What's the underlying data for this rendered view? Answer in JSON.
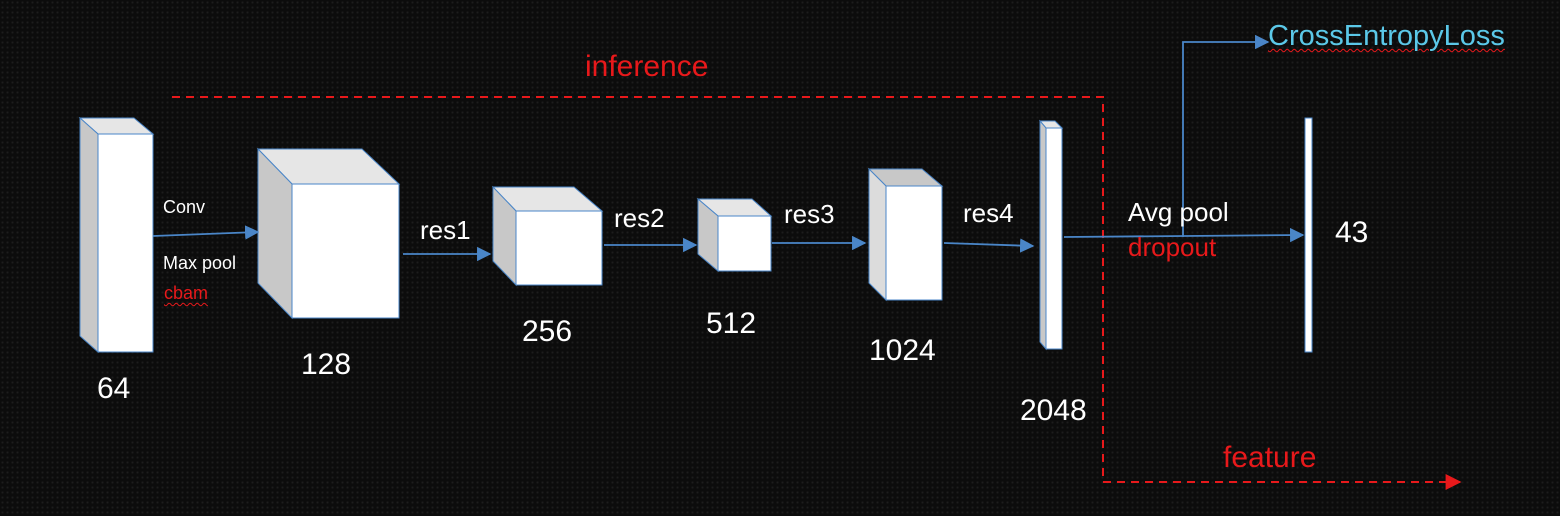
{
  "colors": {
    "background": "#0c0c0c",
    "block_face": "#ffffff",
    "block_side": "#c8c8c8",
    "block_edge": "#4a86c8",
    "arrow": "#4a86c8",
    "red": "#e8191b",
    "loss_text": "#5bc8e8"
  },
  "regions": {
    "inference": "inference",
    "feature": "feature"
  },
  "stem": {
    "conv": "Conv",
    "maxpool": "Max pool",
    "cbam": "cbam"
  },
  "blocks": [
    {
      "id": "b64",
      "label": "64"
    },
    {
      "id": "b128",
      "label": "128"
    },
    {
      "id": "b256",
      "label": "256"
    },
    {
      "id": "b512",
      "label": "512"
    },
    {
      "id": "b1024",
      "label": "1024"
    },
    {
      "id": "b2048",
      "label": "2048"
    },
    {
      "id": "b43",
      "label": "43"
    }
  ],
  "stages": [
    "res1",
    "res2",
    "res3",
    "res4"
  ],
  "head": {
    "avgpool": "Avg pool",
    "dropout": "dropout",
    "loss": "CrossEntropyLoss"
  }
}
